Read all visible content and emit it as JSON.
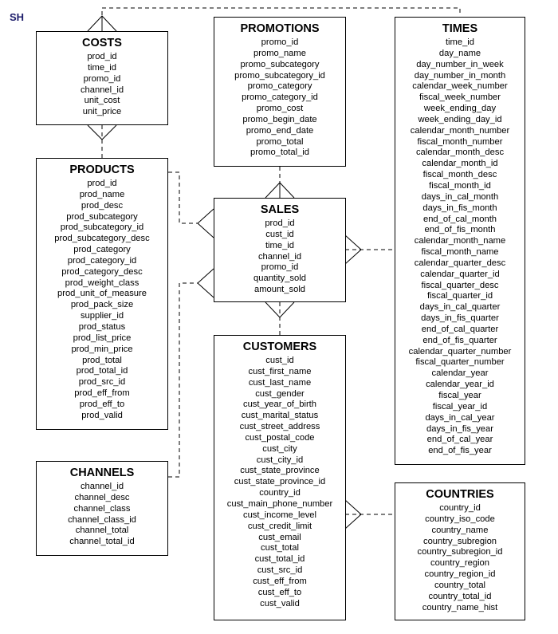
{
  "schema": "SH",
  "entities": {
    "costs": {
      "title": "COSTS",
      "attributes": [
        "prod_id",
        "time_id",
        "promo_id",
        "channel_id",
        "unit_cost",
        "unit_price"
      ]
    },
    "promotions": {
      "title": "PROMOTIONS",
      "attributes": [
        "promo_id",
        "promo_name",
        "promo_subcategory",
        "promo_subcategory_id",
        "promo_category",
        "promo_category_id",
        "promo_cost",
        "promo_begin_date",
        "promo_end_date",
        "promo_total",
        "promo_total_id"
      ]
    },
    "times": {
      "title": "TIMES",
      "attributes": [
        "time_id",
        "day_name",
        "day_number_in_week",
        "day_number_in_month",
        "calendar_week_number",
        "fiscal_week_number",
        "week_ending_day",
        "week_ending_day_id",
        "calendar_month_number",
        "fiscal_month_number",
        "calendar_month_desc",
        "calendar_month_id",
        "fiscal_month_desc",
        "fiscal_month_id",
        "days_in_cal_month",
        "days_in_fis_month",
        "end_of_cal_month",
        "end_of_fis_month",
        "calendar_month_name",
        "fiscal_month_name",
        "calendar_quarter_desc",
        "calendar_quarter_id",
        "fiscal_quarter_desc",
        "fiscal_quarter_id",
        "days_in_cal_quarter",
        "days_in_fis_quarter",
        "end_of_cal_quarter",
        "end_of_fis_quarter",
        "calendar_quarter_number",
        "fiscal_quarter_number",
        "calendar_year",
        "calendar_year_id",
        "fiscal_year",
        "fiscal_year_id",
        "days_in_cal_year",
        "days_in_fis_year",
        "end_of_cal_year",
        "end_of_fis_year"
      ]
    },
    "products": {
      "title": "PRODUCTS",
      "attributes": [
        "prod_id",
        "prod_name",
        "prod_desc",
        "prod_subcategory",
        "prod_subcategory_id",
        "prod_subcategory_desc",
        "prod_category",
        "prod_category_id",
        "prod_category_desc",
        "prod_weight_class",
        "prod_unit_of_measure",
        "prod_pack_size",
        "supplier_id",
        "prod_status",
        "prod_list_price",
        "prod_min_price",
        "prod_total",
        "prod_total_id",
        "prod_src_id",
        "prod_eff_from",
        "prod_eff_to",
        "prod_valid"
      ]
    },
    "sales": {
      "title": "SALES",
      "attributes": [
        "prod_id",
        "cust_id",
        "time_id",
        "channel_id",
        "promo_id",
        "quantity_sold",
        "amount_sold"
      ]
    },
    "customers": {
      "title": "CUSTOMERS",
      "attributes": [
        "cust_id",
        "cust_first_name",
        "cust_last_name",
        "cust_gender",
        "cust_year_of_birth",
        "cust_marital_status",
        "cust_street_address",
        "cust_postal_code",
        "cust_city",
        "cust_city_id",
        "cust_state_province",
        "cust_state_province_id",
        "country_id",
        "cust_main_phone_number",
        "cust_income_level",
        "cust_credit_limit",
        "cust_email",
        "cust_total",
        "cust_total_id",
        "cust_src_id",
        "cust_eff_from",
        "cust_eff_to",
        "cust_valid"
      ]
    },
    "channels": {
      "title": "CHANNELS",
      "attributes": [
        "channel_id",
        "channel_desc",
        "channel_class",
        "channel_class_id",
        "channel_total",
        "channel_total_id"
      ]
    },
    "countries": {
      "title": "COUNTRIES",
      "attributes": [
        "country_id",
        "country_iso_code",
        "country_name",
        "country_subregion",
        "country_subregion_id",
        "country_region",
        "country_region_id",
        "country_total",
        "country_total_id",
        "country_name_hist"
      ]
    }
  }
}
